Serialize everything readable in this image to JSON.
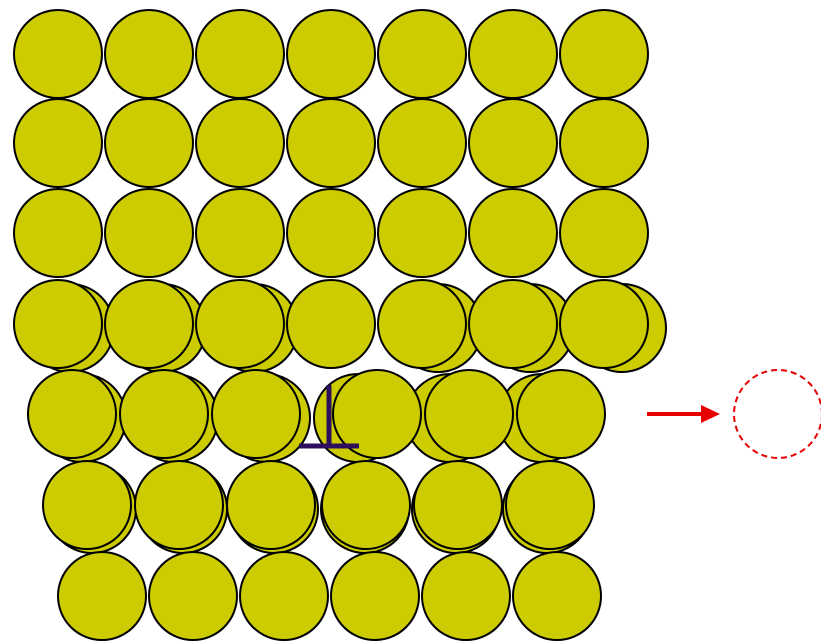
{
  "colors": {
    "atom_fill": "#cccc00",
    "atom_stroke": "#000000",
    "dislocation_symbol": "#2e0f5e",
    "arrow": "#e60000",
    "vacancy_outline": "#e60000",
    "background": "#ffffff"
  },
  "rows": [
    {
      "name": "row-1",
      "atoms": 7,
      "shadow_atoms": 0
    },
    {
      "name": "row-2",
      "atoms": 7,
      "shadow_atoms": 0
    },
    {
      "name": "row-3",
      "atoms": 7,
      "shadow_atoms": 0
    },
    {
      "name": "row-4",
      "atoms": 7,
      "shadow_atoms": 6
    },
    {
      "name": "row-5",
      "atoms": 6,
      "shadow_atoms": 6
    },
    {
      "name": "row-6",
      "atoms": 6,
      "shadow_atoms": 6
    },
    {
      "name": "row-7",
      "atoms": 6,
      "shadow_atoms": 0
    }
  ],
  "dislocation": {
    "icon": "edge-dislocation-symbol"
  },
  "migration": {
    "icon": "right-arrow-icon",
    "target": "vacancy-site"
  }
}
